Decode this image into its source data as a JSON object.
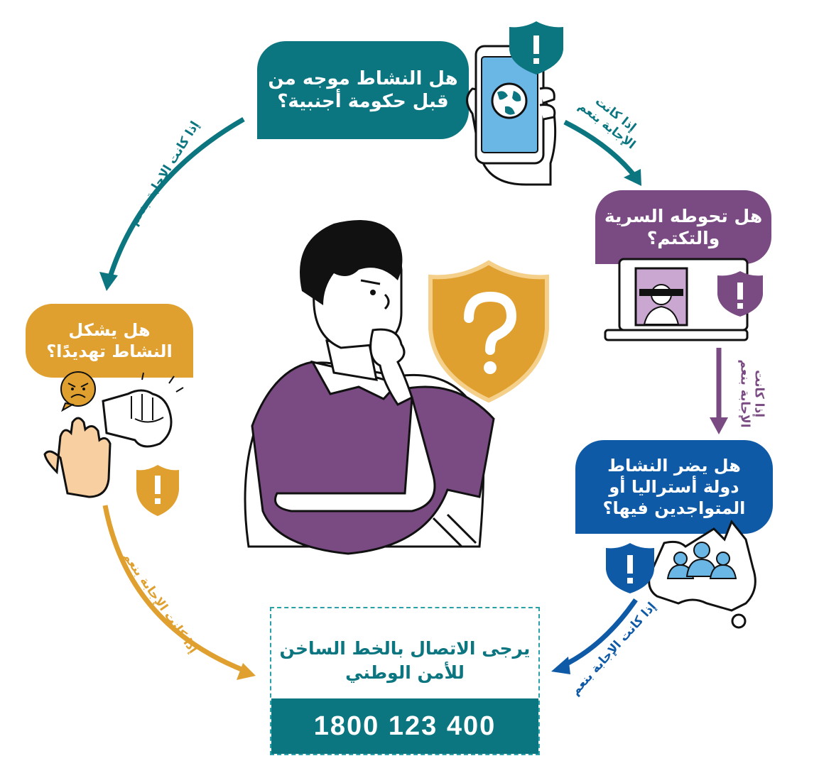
{
  "questions": {
    "foreign_government": {
      "line1": "هل النشاط موجه من",
      "line2": "قبل حكومة أجنبية؟"
    },
    "secrecy": {
      "line1": "هل تحوطه السرية",
      "line2": "والتكتم؟"
    },
    "harm_australia": {
      "line1": "هل يضر النشاط",
      "line2": "دولة أستراليا أو",
      "line3": "المتواجدين فيها؟"
    },
    "threatening": {
      "line1": "هل يشكل",
      "line2": "النشاط تهديدًا؟"
    }
  },
  "arrows": {
    "top_right": {
      "line1": "إذا كانت",
      "line2": "الإجابة بنعم"
    },
    "right_vertical": {
      "line1": "إذا كانت",
      "line2": "الإجابة بنعم"
    },
    "bottom_right": "إذا كانت الإجابة بنعم",
    "top_left": "إذا كانت الإجابة بنعم",
    "bottom_left": "إذا كانت الإجابة بنعم"
  },
  "hotline": {
    "text_line1": "يرجى الاتصال بالخط الساخن",
    "text_line2": "للأمن الوطني",
    "number": "1800 123 400"
  },
  "colors": {
    "teal": "#0b7580",
    "purple": "#7a4b83",
    "blue": "#0f5aa6",
    "gold": "#e0a02f",
    "light_blue": "#6ab7e6",
    "skin": "#f8cfa0"
  },
  "icons": [
    "shield-exclamation-icon",
    "shield-question-icon",
    "phone-globe-icon",
    "laptop-censored-icon",
    "australia-map-icon",
    "angry-face-icon",
    "hand-icon",
    "fist-icon",
    "thinking-person-icon"
  ]
}
